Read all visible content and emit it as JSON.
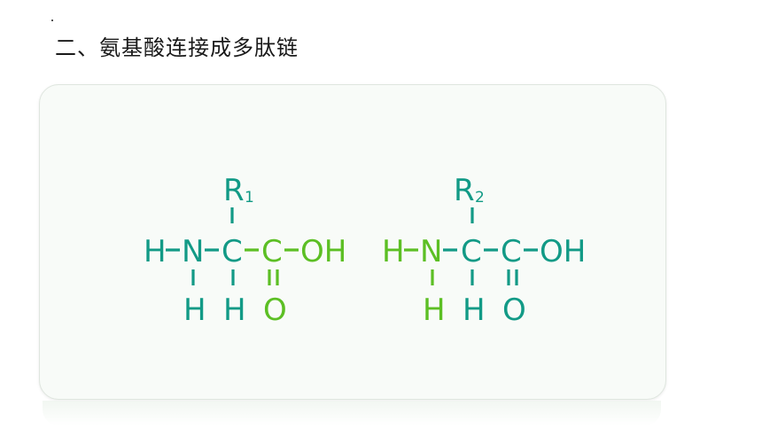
{
  "slide": {
    "title": "二、氨基酸连接成多肽链"
  },
  "molecules": [
    {
      "substituent": "R",
      "substituent_index": "1",
      "h_left": "H",
      "n": "N",
      "c_alpha": "C",
      "c_carboxyl": "C",
      "oh": "OH",
      "n_h": "H",
      "c_h": "H",
      "o": "O"
    },
    {
      "substituent": "R",
      "substituent_index": "2",
      "h_left": "H",
      "n": "N",
      "c_alpha": "C",
      "c_carboxyl": "C",
      "oh": "OH",
      "n_h": "H",
      "c_h": "H",
      "o": "O"
    }
  ],
  "colors": {
    "teal": "#129a86",
    "green": "#5cbf24",
    "title": "#1a1a1a",
    "panel_bg": "#f8fbf8"
  }
}
